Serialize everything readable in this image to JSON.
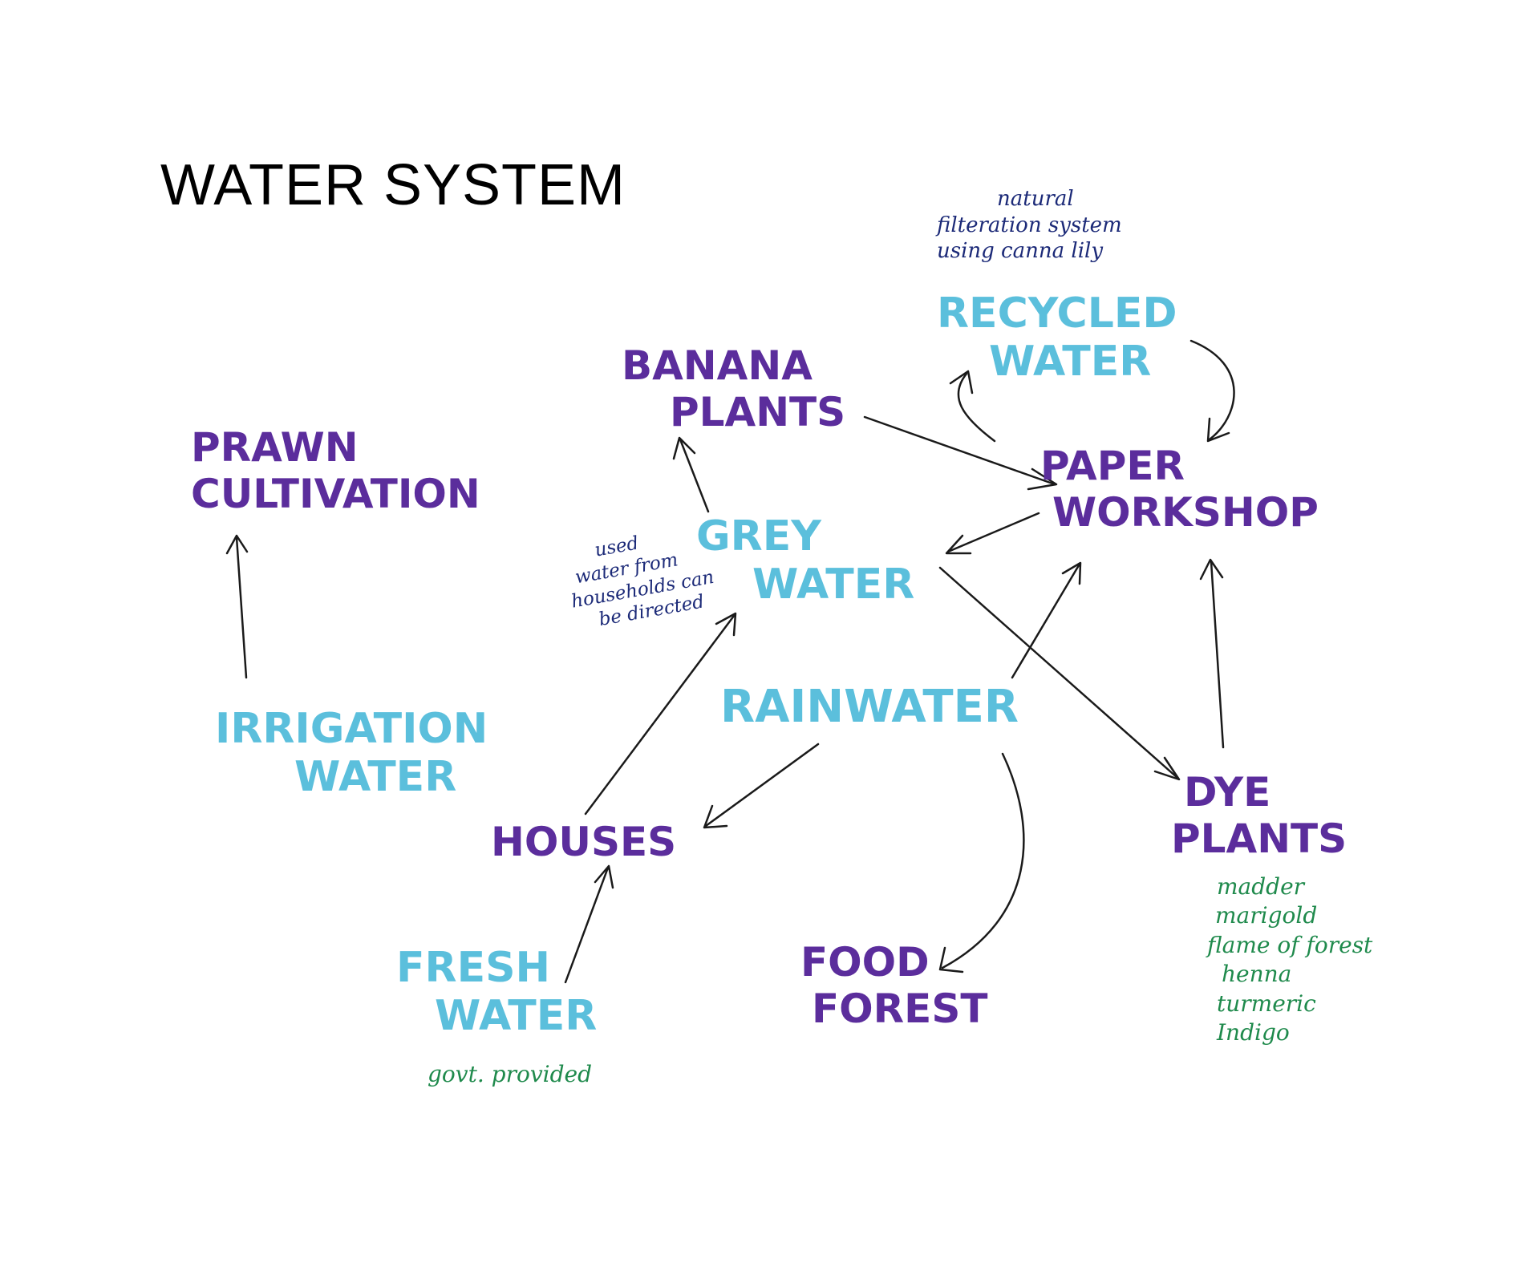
{
  "title": "WATER SYSTEM",
  "nodes": {
    "prawn_cultivation": [
      "PRAWN",
      "CULTIVATION"
    ],
    "irrigation_water": [
      "IRRIGATION",
      "WATER"
    ],
    "banana_plants": [
      "BANANA",
      "PLANTS"
    ],
    "grey_water": [
      "GREY",
      "WATER"
    ],
    "recycled_water": [
      "RECYCLED",
      "WATER"
    ],
    "paper_workshop": [
      "PAPER",
      "WORKSHOP"
    ],
    "rainwater": "RAINWATER",
    "houses": "HOUSES",
    "fresh_water": [
      "FRESH",
      "WATER"
    ],
    "food_forest": [
      "FOOD",
      "FOREST"
    ],
    "dye_plants": [
      "DYE",
      "PLANTS"
    ]
  },
  "notes": {
    "filtration": [
      "natural",
      "filteration system",
      "using canna lily"
    ],
    "grey_water_note": [
      "used",
      "water from",
      "households can",
      "be directed"
    ],
    "fresh_water_note": "govt. provided",
    "dye_plants_list": [
      "madder",
      "marigold",
      "flame of forest",
      "henna",
      "turmeric",
      "Indigo"
    ]
  },
  "colors": {
    "source_water": "#5bbfdc",
    "use_node": "#5b2d9c",
    "note_navy": "#1c2a78",
    "note_green": "#1f8a4c",
    "arrow": "#1a1a1a"
  }
}
